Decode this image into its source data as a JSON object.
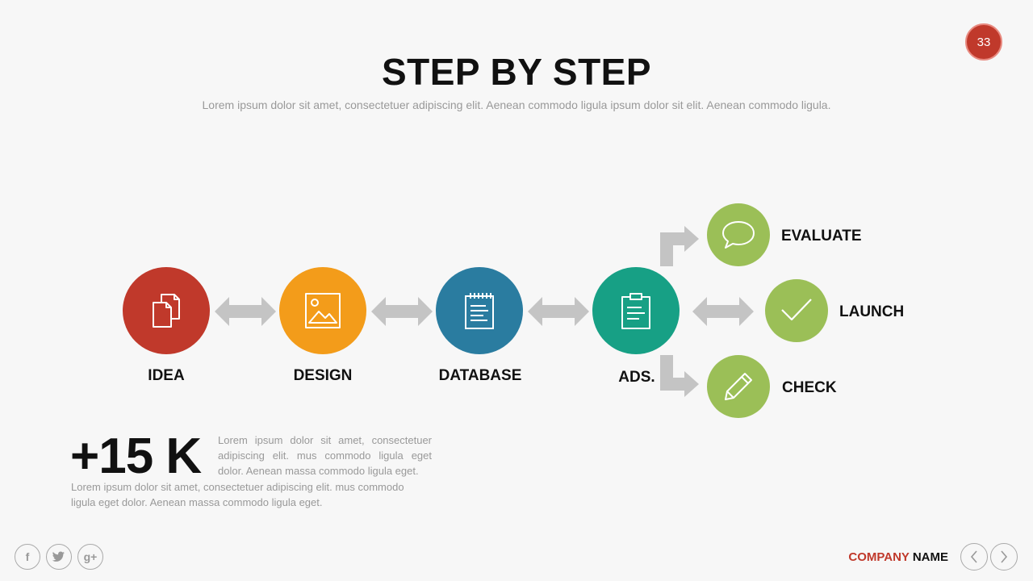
{
  "page_number": "33",
  "title": "STEP BY STEP",
  "subtitle": "Lorem ipsum dolor sit amet, consectetuer adipiscing elit. Aenean commodo ligula ipsum dolor sit elit. Aenean commodo ligula.",
  "steps": [
    {
      "label": "IDEA",
      "color": "#c0392b",
      "icon": "documents-icon"
    },
    {
      "label": "DESIGN",
      "color": "#f39c1a",
      "icon": "image-icon"
    },
    {
      "label": "DATABASE",
      "color": "#2a7ca0",
      "icon": "notepad-icon"
    },
    {
      "label": "ADS.",
      "color": "#17a085",
      "icon": "clipboard-icon"
    }
  ],
  "branches": [
    {
      "label": "EVALUATE",
      "color": "#9bbf57",
      "icon": "speech-bubble-icon"
    },
    {
      "label": "LAUNCH",
      "color": "#9bbf57",
      "icon": "checkmark-icon"
    },
    {
      "label": "CHECK",
      "color": "#9bbf57",
      "icon": "pencil-icon"
    }
  ],
  "stat": {
    "value": "+15 K",
    "text": "Lorem ipsum dolor sit amet, consectetuer adipiscing elit. mus commodo ligula eget dolor. Aenean massa commodo ligula eget.",
    "text2": "Lorem ipsum dolor sit amet, consectetuer adipiscing elit. mus commodo ligula eget dolor. Aenean massa commodo ligula eget."
  },
  "social": [
    {
      "name": "facebook-icon",
      "glyph": "f"
    },
    {
      "name": "twitter-icon",
      "glyph": "t"
    },
    {
      "name": "google-plus-icon",
      "glyph": "g+"
    }
  ],
  "footer": {
    "company_part1": "COMPANY",
    "company_part2": "NAME"
  },
  "arrow_color": "#c4c4c4"
}
